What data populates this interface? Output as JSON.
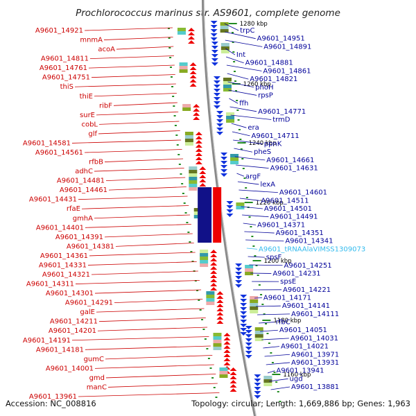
{
  "title": "Prochlorococcus marinus str. AS9601, complete genome",
  "footer": {
    "accession": "Accession: NC_008816",
    "summary": "Topology: circular; Length: 1,669,886 bp; Genes: 1,963"
  },
  "colors": {
    "left_label": "#cc0000",
    "right_label": "#000099",
    "trna_label": "#33bbee",
    "backbone": "#8a8a8a",
    "tick": "#228b22",
    "arrow_red": "#ee0000",
    "arrow_blue": "#1133dd"
  },
  "ticks": [
    "1280 kbp",
    "1260 kbp",
    "1240 kbp",
    "1220 kbp",
    "1200 kbp",
    "1180 kbp",
    "1160 kbp"
  ],
  "left_labels": [
    "A9601_14921",
    "mnmA",
    "acoA",
    "A9601_14811",
    "A9601_14761",
    "A9601_14751",
    "thiS",
    "thiE",
    "ribF",
    "surE",
    "cobL",
    "glf",
    "A9601_14581",
    "A9601_14561",
    "rfbB",
    "adhC",
    "A9601_14481",
    "A9601_14461",
    "A9601_14431",
    "rfaE",
    "gmhA",
    "A9601_14401",
    "A9601_14391",
    "A9601_14381",
    "A9601_14361",
    "A9601_14331",
    "A9601_14321",
    "A9601_14311",
    "A9601_14301",
    "A9601_14291",
    "galE",
    "A9601_14211",
    "A9601_14201",
    "A9601_14191",
    "A9601_14181",
    "gumC",
    "A9601_14001",
    "gmd",
    "manC",
    "A9601_13961"
  ],
  "right_labels": [
    "trpC",
    "A9601_14951",
    "A9601_14891",
    "Int",
    "A9601_14881",
    "A9601_14861",
    "A9601_14821",
    "phoH",
    "rpsP",
    "ffh",
    "A9601_14771",
    "trmD",
    "era",
    "A9601_14711",
    "ppnK",
    "pheS",
    "A9601_14661",
    "A9601_14631",
    "argF",
    "lexA",
    "A9601_14601",
    "A9601_14511",
    "A9601_14501",
    "A9601_14491",
    "A9601_14371",
    "A9601_14351",
    "A9601_14341",
    "A9601_tRNAAlaVIMSS1309073",
    "spsF",
    "A9601_14251",
    "A9601_14231",
    "spsE",
    "A9601_14221",
    "A9601_14171",
    "A9601_14141",
    "A9601_14111",
    "rfbC",
    "A9601_14051",
    "A9601_14031",
    "A9601_14021",
    "A9601_13971",
    "A9601_13931",
    "A9601_13941",
    "ugd",
    "A9601_13881"
  ]
}
